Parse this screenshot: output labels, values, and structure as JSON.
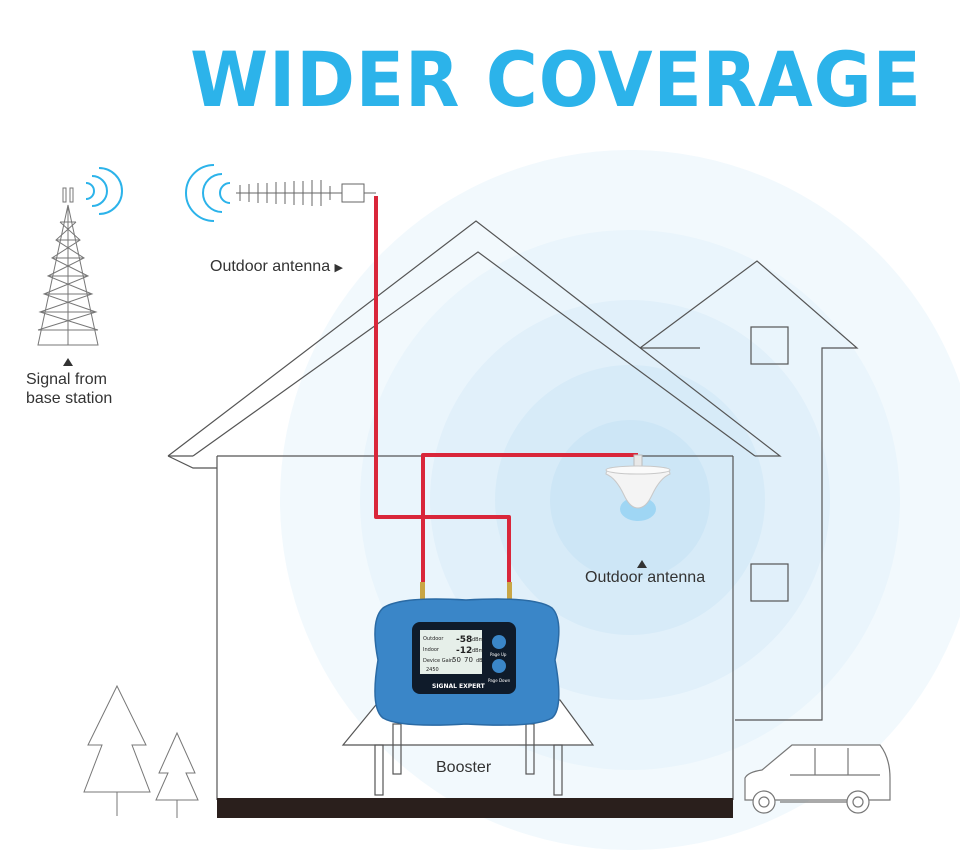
{
  "headline": "WIDER COVERAGE",
  "labels": {
    "tower_line1": "Signal from",
    "tower_line2": "base station",
    "outdoor_antenna": "Outdoor antenna",
    "outdoor_antenna_arrow": "▶",
    "indoor_antenna": "Outdoor antenna",
    "booster": "Booster"
  },
  "device": {
    "brand": "SIGNAL EXPERT",
    "lcd": {
      "row1": [
        "Outdoor",
        "-58",
        "dBm"
      ],
      "row2": [
        "Indoor",
        "-12",
        "dBm"
      ],
      "row3": [
        "Device Gain",
        "50",
        "70",
        "dB"
      ],
      "row4": [
        "2450"
      ]
    },
    "button_up": "Page Up",
    "button_down": "Page Down"
  },
  "colors": {
    "headline": "#2cb3ea",
    "cable": "#d9263a",
    "booster_body": "#3a86c8",
    "coverage_wave": "#e4f2fb",
    "floor": "#2a1f1c",
    "line_art": "#555555"
  },
  "icons": [
    "cell-tower-icon",
    "signal-waves-icon",
    "yagi-antenna-icon",
    "ceiling-antenna-icon",
    "tree-icon",
    "car-icon"
  ]
}
